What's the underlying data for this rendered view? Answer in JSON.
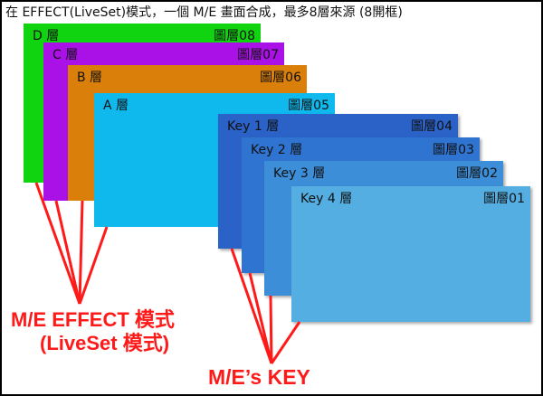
{
  "title": "在 EFFECT(LiveSet)模式，一個 M/E 畫面合成，最多8層來源 (8開框)",
  "effect_layers": [
    {
      "name": "D 層",
      "num": "圖層08",
      "color": "#11d411"
    },
    {
      "name": "C 層",
      "num": "圖層07",
      "color": "#aa11e6"
    },
    {
      "name": "B 層",
      "num": "圖層06",
      "color": "#d97f0a"
    },
    {
      "name": "A 層",
      "num": "圖層05",
      "color": "#0fb9ee"
    }
  ],
  "key_layers": [
    {
      "name": "Key 1 層",
      "num": "圖層04",
      "color": "#2a62c8"
    },
    {
      "name": "Key 2 層",
      "num": "圖層03",
      "color": "#2f74d0"
    },
    {
      "name": "Key 3 層",
      "num": "圖層02",
      "color": "#3d8ed8"
    },
    {
      "name": "Key 4 層",
      "num": "圖層01",
      "color": "#55aee2"
    }
  ],
  "effect_label_line1": "M/E EFFECT 模式",
  "effect_label_line2": "(LiveSet 模式)",
  "key_label": "M/E’s KEY",
  "line_color": "#ff1a1a"
}
